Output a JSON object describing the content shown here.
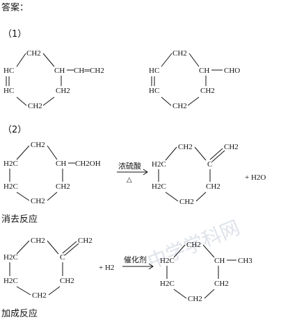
{
  "header": "答案：",
  "part1": "（1）",
  "part2": "（2）",
  "molA": {
    "CH2_top": "CH2",
    "HC_up": "HC",
    "HC_down": "HC",
    "CH_main": "CH",
    "vinyl": "CH═CH2",
    "CH2_bot": "CH2",
    "CH2_right": "CH2"
  },
  "molB": {
    "CH2_top": "CH2",
    "HC_up": "HC",
    "HC_down": "HC",
    "CH_main": "CH",
    "cho": "CHO",
    "CH2_bot": "CH2",
    "CH2_right": "CH2"
  },
  "reaction1": {
    "reactant": {
      "CH2_top": "CH2",
      "H2C_left": "H2C",
      "CH": "CH",
      "CH2OH": "CH2OH",
      "H2C_lower": "H2C",
      "CH2_right": "CH2",
      "CH2_bot": "CH2"
    },
    "condition_top": "浓硫酸",
    "condition_bottom": "△",
    "product": {
      "CH2_top": "CH2",
      "H2C_left": "H2C",
      "C": "C",
      "CH2_exo": "CH2",
      "H2C_lower": "H2C",
      "CH2_right": "CH2",
      "CH2_bot": "CH2"
    },
    "byproduct": "+ H2O",
    "type": "消去反应"
  },
  "reaction2": {
    "reactant": {
      "CH2_top": "CH2",
      "H2C_left": "H2C",
      "C": "C",
      "CH2_exo": "CH2",
      "H2C_lower": "H2C",
      "CH2_right": "CH2",
      "CH2_bot": "CH2"
    },
    "plus_h2": "+ H2",
    "catalyst": "催化剂",
    "product": {
      "CH2_top": "CH2",
      "H2C_left": "H2C",
      "CH": "CH",
      "CH3": "CH3",
      "H2C_lower": "H2C",
      "CH2_right": "CH2",
      "CH2_bot": "CH2"
    },
    "type": "加成反应"
  },
  "watermark": "中学学科网"
}
